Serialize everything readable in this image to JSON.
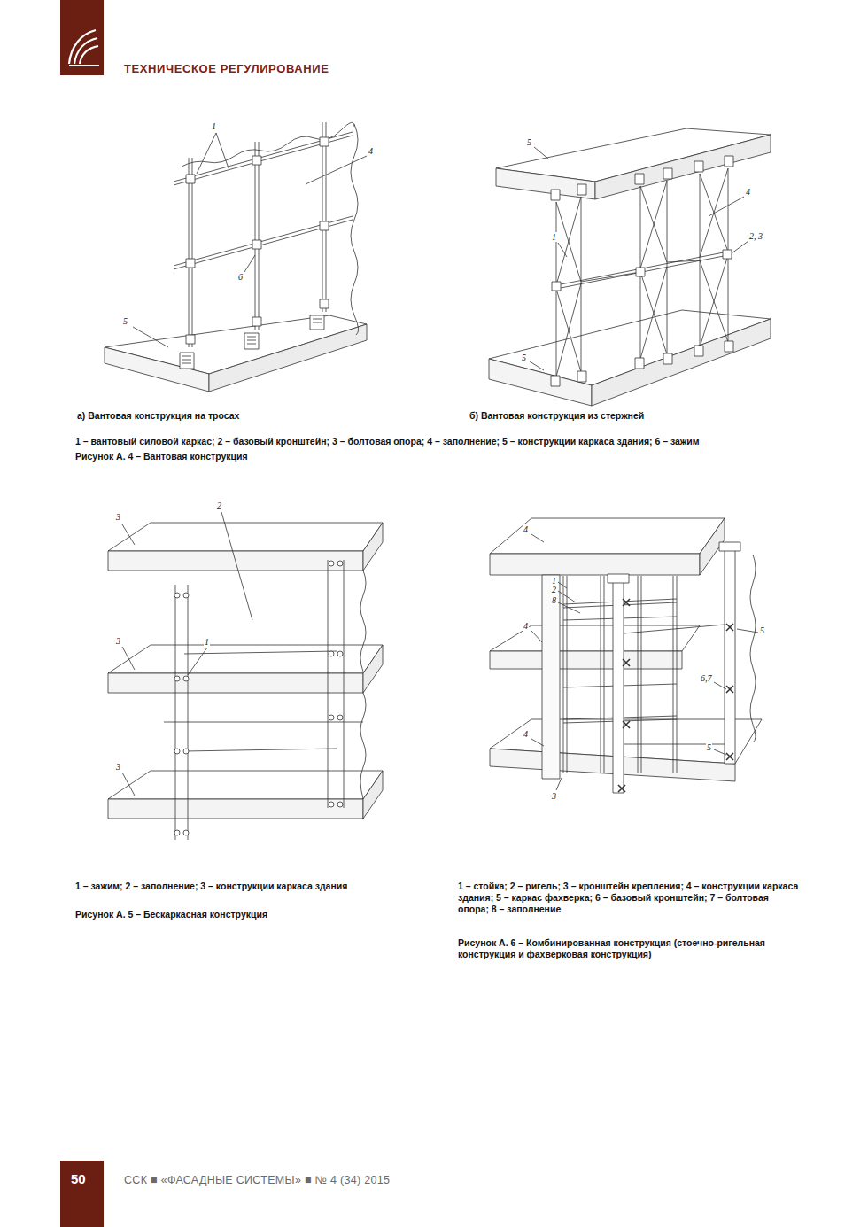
{
  "diagram": {
    "title": "ТЕХНИЧЕСКОЕ РЕГУЛИРОВАНИЕ",
    "labels": [
      "1",
      "4",
      "5",
      "6",
      "5",
      "4",
      "1",
      "2, 3",
      "5",
      "а) Вантовая конструкция на тросах",
      "б) Вантовая конструкция из стержней",
      "1 – вантовый силовой каркас; 2 – базовый кронштейн; 3 – болтовая опора; 4 – заполнение; 5 – конструкции каркаса здания; 6 – зажим",
      "Рисунок А. 4 – Вантовая конструкция",
      "3",
      "2",
      "3",
      "1",
      "3",
      "1 – зажим; 2 – заполнение; 3 – конструкции каркаса здания",
      "Рисунок А. 5 – Бескаркасная конструкция",
      "4",
      "1",
      "2",
      "8",
      "4",
      "4",
      "3",
      "5",
      "6,7",
      "5",
      "1 – стойка; 2 – ригель; 3 – кронштейн крепления; 4 – конструкции каркаса здания; 5 – каркас фахверка; 6 – базовый кронштейн; 7 – болтовая опора; 8 – заполнение",
      "Рисунок А. 6 – Комбинированная конструкция (стоечно-ригельная конструкция и фахверковая конструкция)",
      "50",
      "ССК ■ «ФАСАДНЫЕ СИСТЕМЫ» ■ № 4 (34) 2015"
    ]
  }
}
